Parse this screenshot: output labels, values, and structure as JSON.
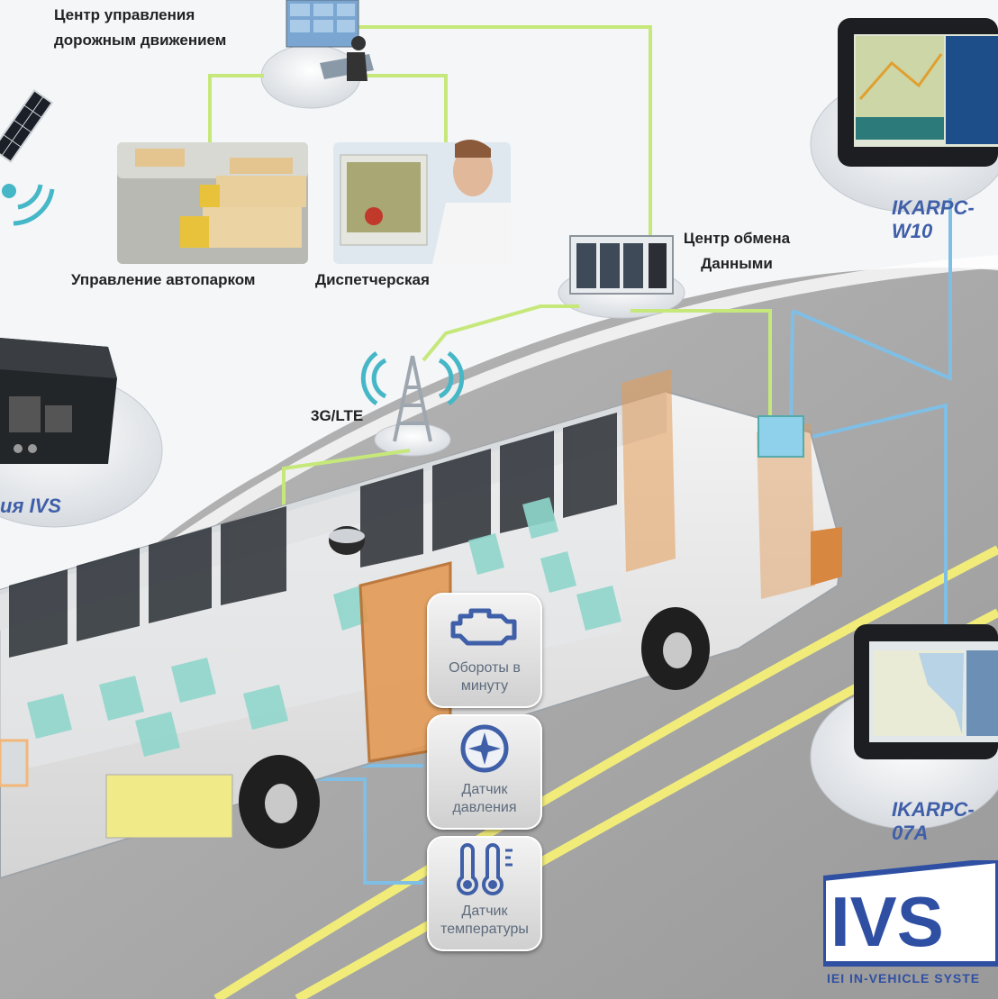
{
  "labels": {
    "traffic_center": [
      "Центр управления",
      "дорожным движением"
    ],
    "fleet": "Управление автопарком",
    "dispatch": "Диспетчерская",
    "data_center": [
      "Центр обмена",
      "Данными"
    ],
    "network": "3G/LTE",
    "ivs_system": "ия IVS"
  },
  "sensors": [
    {
      "label": [
        "Обороты в",
        "минуту"
      ],
      "icon": "engine-icon"
    },
    {
      "label": [
        "Датчик",
        "давления"
      ],
      "icon": "pressure-gauge-icon"
    },
    {
      "label": [
        "Датчик",
        "температуры"
      ],
      "icon": "thermometer-icon"
    }
  ],
  "devices": {
    "tablet_top": "IKARPC-W10",
    "tablet_bottom": "IKARPC-07A"
  },
  "logo": {
    "text": "IVS",
    "tagline": "IEI IN-VEHICLE SYSTE",
    "color": "#2f4fa3"
  },
  "colors": {
    "green_link": "#c6e87a",
    "blue_link": "#7fbfe6",
    "orange_link": "#f2b778",
    "seat": "#8fd6cc"
  }
}
